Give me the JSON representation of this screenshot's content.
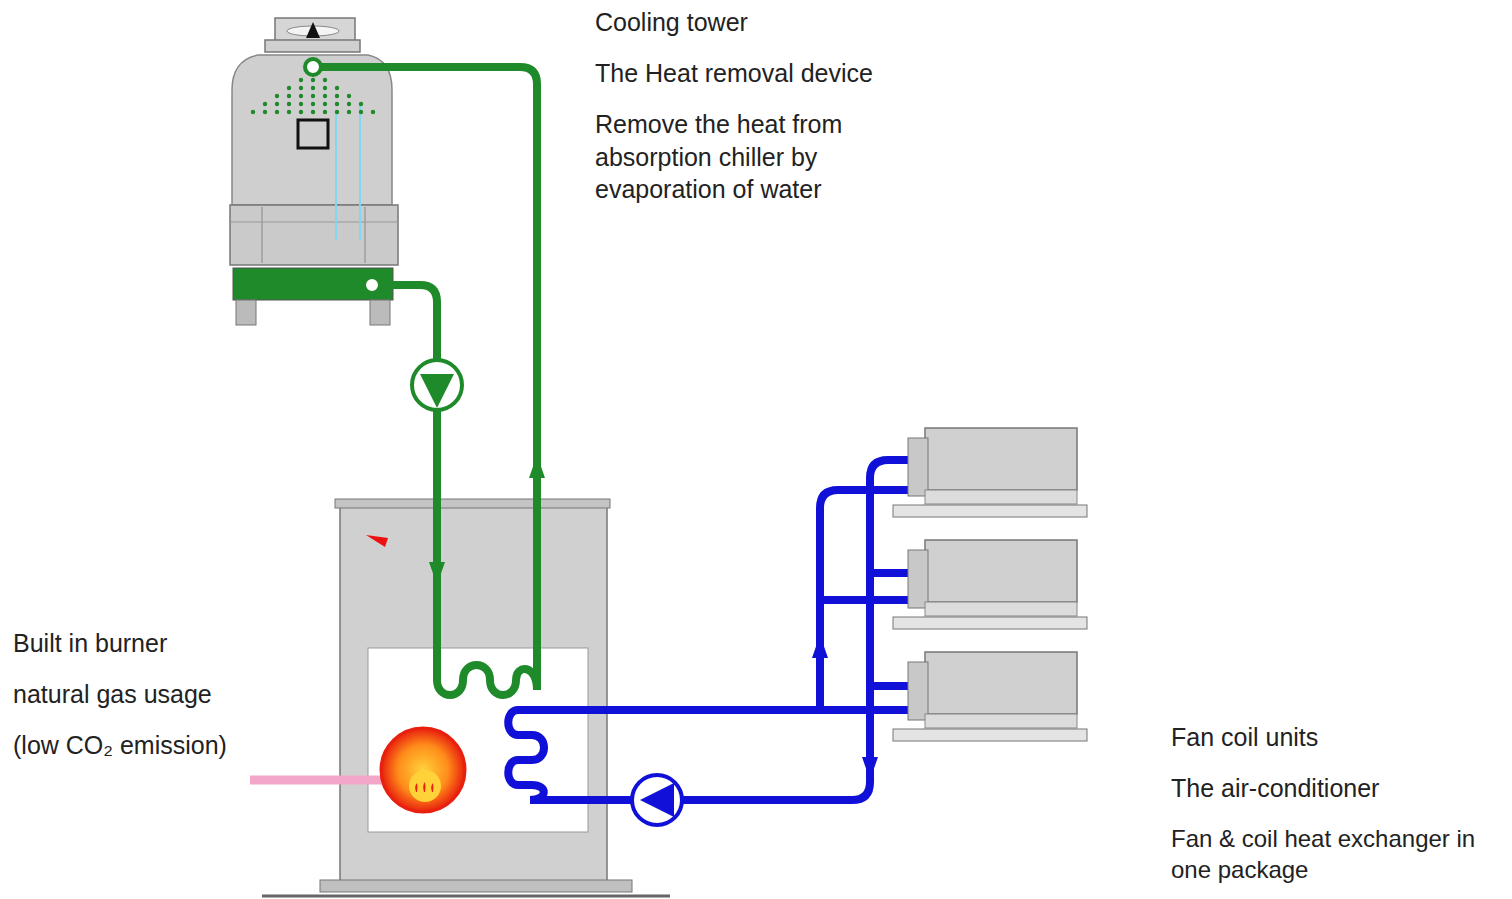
{
  "diagram": {
    "labels": [
      "Cooling tower",
      "The Heat removal device",
      "Remove the heat from absorption chiller by evaporation of water",
      "Built in burner",
      "natural gas usage",
      "(low CO₂ emission)",
      "Fan coil units",
      "The air-conditioner",
      "Fan & coil heat exchanger in one package"
    ]
  }
}
